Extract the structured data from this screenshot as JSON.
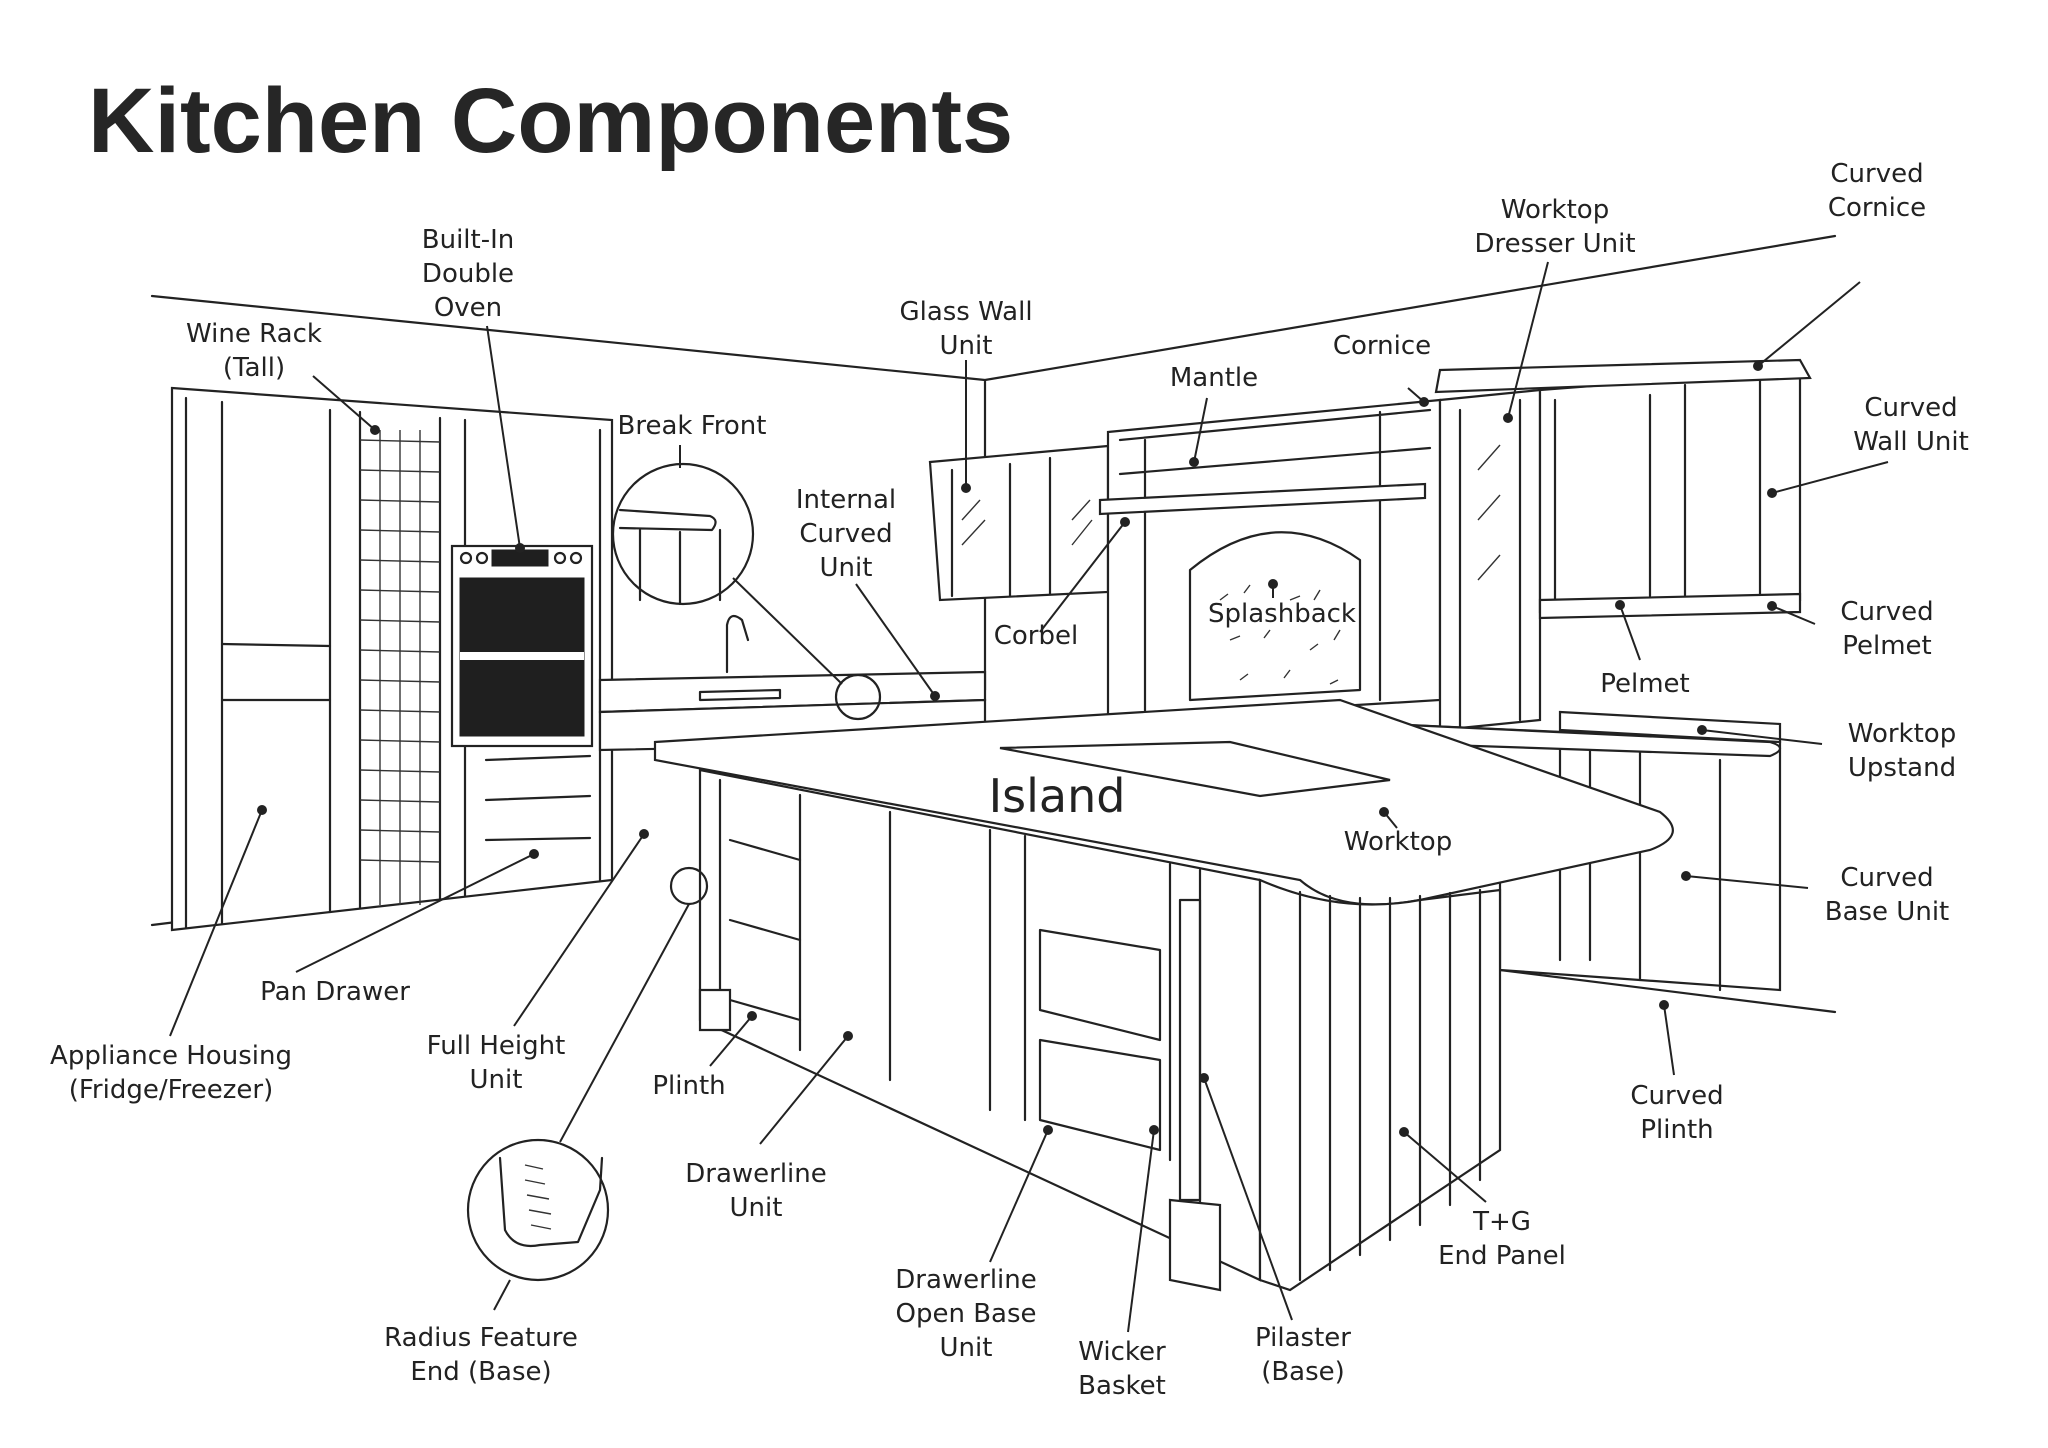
{
  "title": "Kitchen Components",
  "center_label": "Island",
  "labels": {
    "wine_rack": [
      "Wine Rack",
      "(Tall)"
    ],
    "built_in_oven": [
      "Built-In",
      "Double",
      "Oven"
    ],
    "break_front": [
      "Break Front"
    ],
    "glass_wall_unit": [
      "Glass Wall",
      "Unit"
    ],
    "internal_curved_unit": [
      "Internal",
      "Curved",
      "Unit"
    ],
    "mantle": [
      "Mantle"
    ],
    "cornice": [
      "Cornice"
    ],
    "worktop_dresser_unit": [
      "Worktop",
      "Dresser Unit"
    ],
    "curved_cornice": [
      "Curved",
      "Cornice"
    ],
    "curved_wall_unit": [
      "Curved",
      "Wall Unit"
    ],
    "corbel": [
      "Corbel"
    ],
    "splashback": [
      "Splashback"
    ],
    "pelmet": [
      "Pelmet"
    ],
    "curved_pelmet": [
      "Curved",
      "Pelmet"
    ],
    "worktop_upstand": [
      "Worktop",
      "Upstand"
    ],
    "worktop": [
      "Worktop"
    ],
    "curved_base_unit": [
      "Curved",
      "Base Unit"
    ],
    "curved_plinth": [
      "Curved",
      "Plinth"
    ],
    "t_g_end_panel": [
      "T+G",
      "End Panel"
    ],
    "pilaster": [
      "Pilaster",
      "(Base)"
    ],
    "wicker_basket": [
      "Wicker",
      "Basket"
    ],
    "drawerline_open_base_unit": [
      "Drawerline",
      "Open Base",
      "Unit"
    ],
    "drawerline_unit": [
      "Drawerline",
      "Unit"
    ],
    "plinth": [
      "Plinth"
    ],
    "radius_feature_end": [
      "Radius Feature",
      "End (Base)"
    ],
    "full_height_unit": [
      "Full Height",
      "Unit"
    ],
    "pan_drawer": [
      "Pan Drawer"
    ],
    "appliance_housing": [
      "Appliance Housing",
      "(Fridge/Freezer)"
    ]
  }
}
